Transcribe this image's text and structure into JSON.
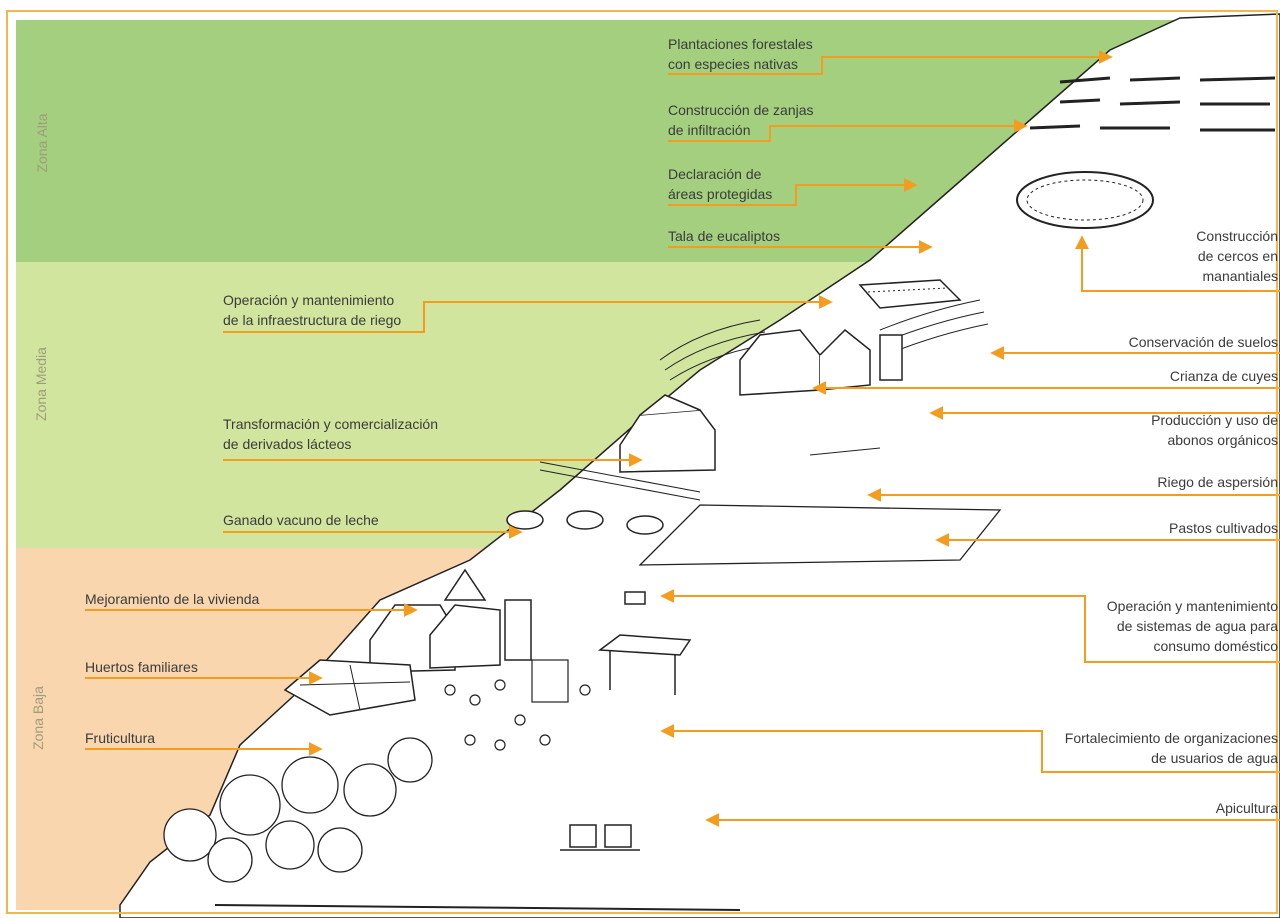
{
  "zones": {
    "alta": "Zona Alta",
    "media": "Zona Media",
    "baja": "Zona Baja"
  },
  "colors": {
    "alta": "#a3cf7f",
    "media": "#d1e59e",
    "baja": "#f9d6ae",
    "arrow": "#f39c1f",
    "frame": "#f2b64a",
    "sketch": "#222222"
  },
  "labels_left": {
    "plantaciones": [
      "Plantaciones forestales",
      "con especies nativas"
    ],
    "zanjas": [
      "Construcción de zanjas",
      "de infiltración"
    ],
    "areas": [
      "Declaración de",
      "áreas protegidas"
    ],
    "tala": [
      "Tala de eucaliptos"
    ],
    "riego_infra": [
      "Operación y mantenimiento",
      "de la infraestructura de riego"
    ],
    "lacteos": [
      "Transformación y comercialización",
      "de derivados lácteos"
    ],
    "ganado": [
      "Ganado vacuno de leche"
    ],
    "vivienda": [
      "Mejoramiento de la vivienda"
    ],
    "huertos": [
      "Huertos familiares"
    ],
    "fruticultura": [
      "Fruticultura"
    ]
  },
  "labels_right": {
    "cercos": [
      "Construcción",
      "de cercos en",
      "manantiales"
    ],
    "suelos": [
      "Conservación de suelos"
    ],
    "cuyes": [
      "Crianza de cuyes"
    ],
    "abonos": [
      "Producción y uso de",
      "abonos orgánicos"
    ],
    "aspersion": [
      "Riego de aspersión"
    ],
    "pastos": [
      "Pastos cultivados"
    ],
    "agua_domestico": [
      "Operación y mantenimiento",
      "de sistemas de agua para",
      "consumo doméstico"
    ],
    "organizaciones": [
      "Fortalecimiento de organizaciones",
      "de usuarios de agua"
    ],
    "apicultura": [
      "Apicultura"
    ]
  }
}
